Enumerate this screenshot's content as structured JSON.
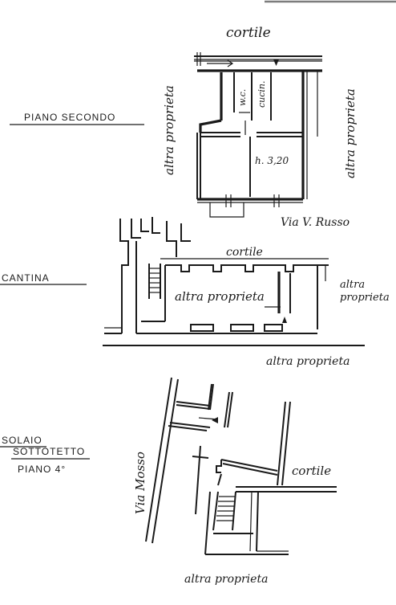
{
  "sections": {
    "piano_secondo": {
      "title": "PIANO SECONDO",
      "labels": {
        "cortile_top": "cortile",
        "altra_left": "altra proprieta",
        "altra_right": "altra proprieta",
        "wc": "w.c.",
        "cucina": "cucin.",
        "height": "h. 3,20",
        "street": "Via V. Russo"
      }
    },
    "cantina": {
      "title": "CANTINA",
      "labels": {
        "cortile": "cortile",
        "altra_center": "altra proprieta",
        "altra_right_1": "altra",
        "altra_right_2": "proprieta",
        "altra_bottom": "altra proprieta"
      }
    },
    "solaio": {
      "title_1": "SOLAIO",
      "title_2": "SOTTOTETTO",
      "title_3": "PIANO 4°",
      "labels": {
        "street": "Via Mosso",
        "cortile": "cortile",
        "altra_bottom": "altra proprieta"
      }
    }
  }
}
